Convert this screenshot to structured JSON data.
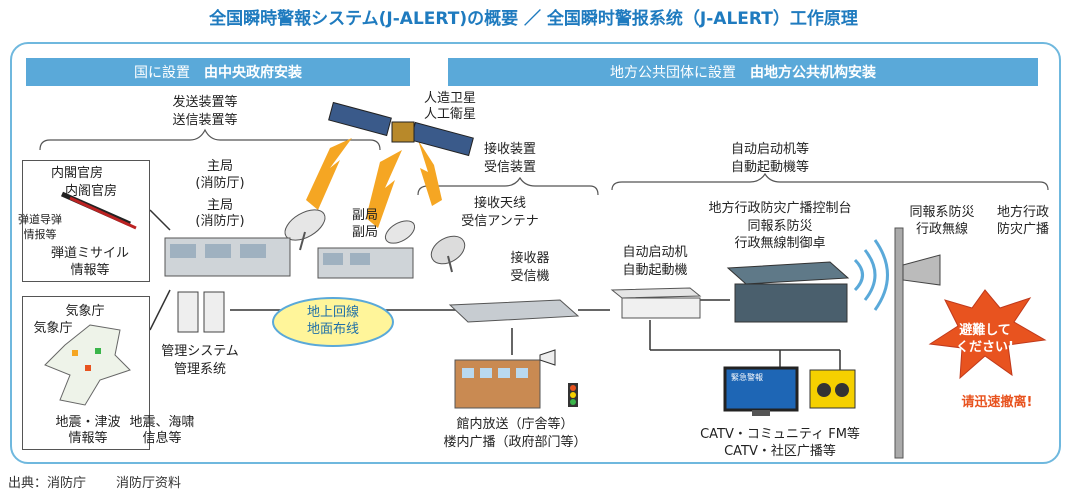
{
  "title": "全国瞬時警報システム(J-ALERT)の概要 ／ 全国瞬时警报系统（J-ALERT）工作原理",
  "band_left": {
    "ja": "国に設置",
    "zh": "由中央政府安装"
  },
  "band_right": {
    "ja": "地方公共団体に設置",
    "zh": "由地方公共机构安装"
  },
  "send_device": {
    "zh": "发送装置等",
    "ja": "送信装置等"
  },
  "satellite": {
    "zh": "人造卫星",
    "ja": "人工衛星"
  },
  "receive_device": {
    "zh": "接收装置",
    "ja": "受信装置"
  },
  "auto_start": {
    "zh": "自动启动机等",
    "ja": "自動起動機等"
  },
  "cabinet": {
    "ja": "内閣官房",
    "zh": "内阁官房"
  },
  "missile_small": {
    "line1": "弹道导弹",
    "line2": "情报等"
  },
  "missile": {
    "ja": "弾道ミサイル",
    "line2": "情報等"
  },
  "main_station": {
    "zh": "主局",
    "zh_sub": "(消防厅)",
    "ja": "主局",
    "ja_sub": "(消防庁)"
  },
  "sub_station": {
    "zh": "副局",
    "ja": "副局"
  },
  "antenna": {
    "zh": "接收天线",
    "ja": "受信アンテナ"
  },
  "receiver": {
    "zh": "接收器",
    "ja": "受信機"
  },
  "weather": {
    "zh": "気象庁",
    "ja": "気象庁"
  },
  "quake": {
    "ja": "地震・津波",
    "ja2": "情報等",
    "zh": "地震、海啸",
    "zh2": "信息等"
  },
  "management": {
    "ja": "管理システム",
    "zh": "管理系统"
  },
  "cloud": {
    "ja": "地上回線",
    "zh": "地面布线"
  },
  "control": {
    "zh": "地方行政防灾广播控制台",
    "ja": "同報系防災",
    "ja2": "行政無線制御卓"
  },
  "auto_machine": {
    "zh": "自动启动机",
    "ja": "自動起動機"
  },
  "speaker_label": {
    "ja": "同報系防災",
    "ja2": "行政無線",
    "zh": "地方行政",
    "zh2": "防灾广播"
  },
  "evac": {
    "ja": "避難して",
    "ja2": "ください!",
    "zh": "请迅速撤离!"
  },
  "building": {
    "ja": "館内放送（庁舎等）",
    "zh": "楼内广播（政府部门等）"
  },
  "catv": {
    "ja": "CATV・コミュニティ FM等",
    "zh": "CATV・社区广播等"
  },
  "tv_screen": "緊急警報",
  "footer": {
    "source_ja": "出典：消防庁",
    "source_zh": "消防厅资料"
  },
  "colors": {
    "accent": "#1f7bbf",
    "band": "#5aa9d9",
    "frame": "#6fb8de",
    "lightning": "#f5a623",
    "alert": "#e8531f"
  }
}
